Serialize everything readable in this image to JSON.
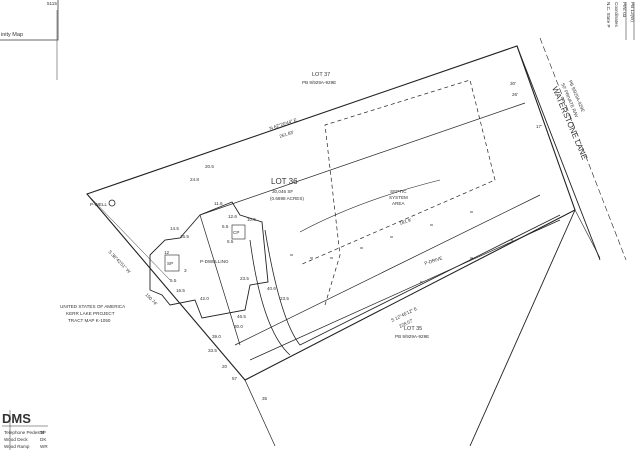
{
  "corner_labels": {
    "vicinity_map": "inity Map",
    "top_left_num": "5115",
    "top_right_lines": [
      "N.C. State P",
      "Coordinates",
      "PIN: 03",
      "PB 12(W)"
    ]
  },
  "roads": {
    "waterstone_lane": "WATERSTONE LANE",
    "waterstone_detail": "50' PRIVATE R/W",
    "waterstone_pb": "PB 9/929A-929E"
  },
  "lots": {
    "lot37": "LOT 37",
    "lot37_pb": "PB 9/929A-929E",
    "lot36": "LOT 36",
    "lot36_sf": "30,046 SF",
    "lot36_ac": "(0.6898 ACRES)",
    "lot35": "LOT 35",
    "lot35_pb": "PB 9/929A-929E"
  },
  "bearings": {
    "north": "N 62°20'44\" E",
    "north_dist": "261.83'",
    "south": "S 12°46'12\" E",
    "south_dist": "228.57'",
    "west": "S 38°42'51\" W",
    "west_dist": "150.74'",
    "inner_dist": "181.9'",
    "east_1": "30'",
    "east_2": "26'",
    "east_3": "17'"
  },
  "features": {
    "well": "P-WELL",
    "dwelling": "P-DWELLING",
    "drive": "P-DRIVE",
    "septic": "SEPTIC\nSYSTEM\nAREA",
    "septic_1": "SEPTIC",
    "septic_2": "SYSTEM",
    "septic_3": "AREA",
    "sp": "SP",
    "cp": "CP"
  },
  "usa_block": [
    "UNITED STATES OF AMERICA",
    "KERR LAKE PROJECT",
    "TRACT MAP K-1050"
  ],
  "dimensions": [
    "20.5",
    "24.8",
    "11.6",
    "14.5",
    "16.5",
    "12",
    "12.6",
    "6.5",
    "10.5",
    "5.5",
    "3",
    "5.5",
    "16.5",
    "23.5",
    "42.0",
    "46.5",
    "30.0",
    "39.0",
    "33.5",
    "40.6",
    "23.5",
    "57",
    "35",
    "20"
  ],
  "legend": {
    "title": "DMS",
    "rows": [
      {
        "name": "Telephone Pedestal",
        "abbr": "TP"
      },
      {
        "name": "Wood Deck",
        "abbr": "DK"
      },
      {
        "name": "Wood Ramp",
        "abbr": "WR"
      }
    ]
  }
}
